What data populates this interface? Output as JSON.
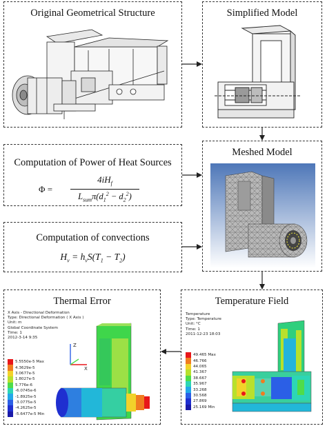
{
  "boxes": {
    "original": {
      "title": "Original Geometrical Structure"
    },
    "simplified": {
      "title": "Simplified Model"
    },
    "heat": {
      "title": "Computation of Power of Heat Sources"
    },
    "meshed": {
      "title": "Meshed Model"
    },
    "convection": {
      "title": "Computation of convections"
    },
    "thermal_error": {
      "title": "Thermal Error"
    },
    "temperature": {
      "title": "Temperature Field"
    }
  },
  "formulas": {
    "heat_lhs": "Φ =",
    "heat_num": "4iH_f",
    "heat_den": "L_sum π(d_1^2 − d_2^2)",
    "convection": "H_v = h_v S(T_1 − T_2)"
  },
  "thermal_panel": {
    "header_lines": [
      "X Axis - Directional Deformation",
      "Type: Directional Deformation ( X Axis )",
      "Unit: m",
      "Global Coordinate System",
      "Time: 1",
      "2012-3-14 9:35"
    ],
    "legend": [
      {
        "label": "5.5550e-5 Max",
        "color": "#e8161a"
      },
      {
        "label": "4.3629e-5",
        "color": "#f07c20"
      },
      {
        "label": "3.0677e-5",
        "color": "#f2d22a"
      },
      {
        "label": "1.8027e-5",
        "color": "#b8e02c"
      },
      {
        "label": "5.776e-6",
        "color": "#4fdc4a"
      },
      {
        "label": "-6.0745e-6",
        "color": "#2dd6b5"
      },
      {
        "label": "-1.8925e-5",
        "color": "#23a8e8"
      },
      {
        "label": "-3.0775e-5",
        "color": "#2b5fe6"
      },
      {
        "label": "-4.2625e-5",
        "color": "#1f2fd0"
      },
      {
        "label": "-5.6477e-5 Min",
        "color": "#1a1aa8"
      }
    ],
    "axis_labels": {
      "z": "Z",
      "x": "X"
    }
  },
  "temperature_panel": {
    "header_lines": [
      "Temperature",
      "Type: Temperature",
      "Unit: °C",
      "Time: 1",
      "2011-12-23 18:03"
    ],
    "legend": [
      {
        "label": "49.465 Max",
        "color": "#e8161a"
      },
      {
        "label": "46.766",
        "color": "#f07c20"
      },
      {
        "label": "44.065",
        "color": "#f2d22a"
      },
      {
        "label": "41.367",
        "color": "#b8e02c"
      },
      {
        "label": "38.667",
        "color": "#4fdc4a"
      },
      {
        "label": "35.967",
        "color": "#2dd6b5"
      },
      {
        "label": "33.268",
        "color": "#23a8e8"
      },
      {
        "label": "30.568",
        "color": "#2b5fe6"
      },
      {
        "label": "27.869",
        "color": "#1f2fd0"
      },
      {
        "label": "25.169 Min",
        "color": "#1a1aa8"
      }
    ]
  }
}
